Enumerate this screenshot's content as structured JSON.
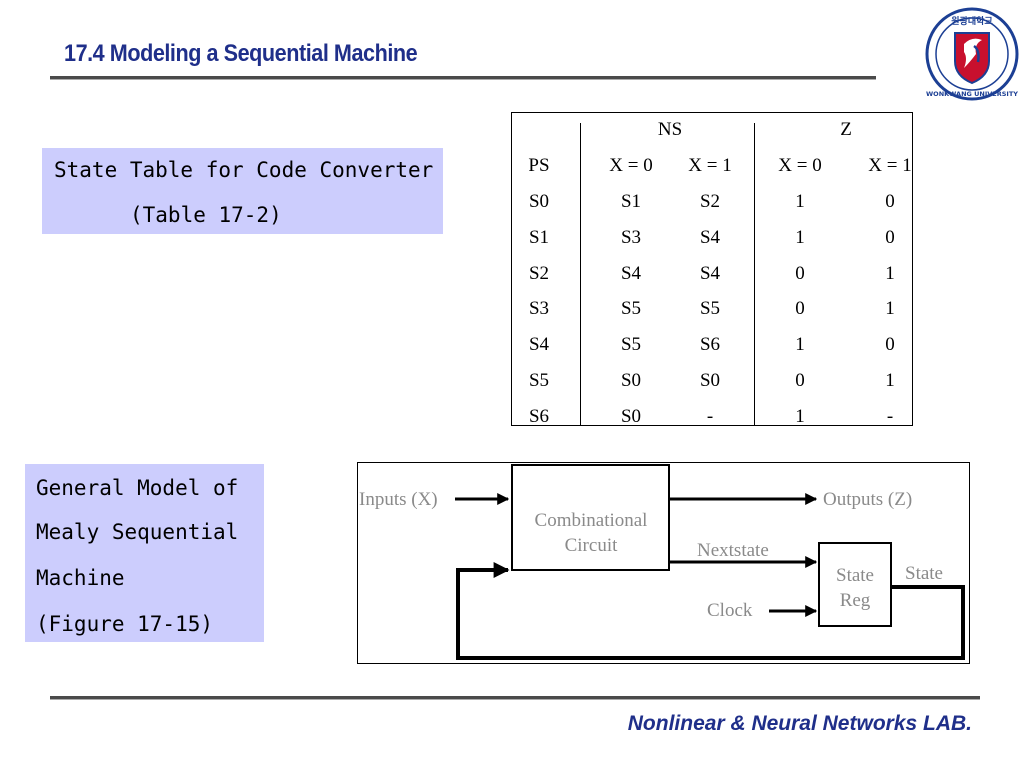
{
  "header": {
    "title": "17.4 Modeling a Sequential Machine",
    "logo_text": "원광대학교 WONKWANG UNIVERSITY"
  },
  "captions": {
    "table_caption": {
      "line1": "State Table for Code Converter",
      "line2": "(Table 17-2)"
    },
    "figure_caption": {
      "lines": [
        "General Model of",
        "Mealy Sequential",
        "Machine",
        "(Figure 17-15)"
      ]
    }
  },
  "state_table": {
    "group_headers": {
      "ns": "NS",
      "z": "Z"
    },
    "columns": [
      "PS",
      "X = 0",
      "X = 1",
      "X = 0",
      "X = 1"
    ],
    "rows": [
      [
        "S0",
        "S1",
        "S2",
        "1",
        "0"
      ],
      [
        "S1",
        "S3",
        "S4",
        "1",
        "0"
      ],
      [
        "S2",
        "S4",
        "S4",
        "0",
        "1"
      ],
      [
        "S3",
        "S5",
        "S5",
        "0",
        "1"
      ],
      [
        "S4",
        "S5",
        "S6",
        "1",
        "0"
      ],
      [
        "S5",
        "S0",
        "S0",
        "0",
        "1"
      ],
      [
        "S6",
        "S0",
        "-",
        "1",
        "-"
      ]
    ]
  },
  "diagram": {
    "inputs_label": "Inputs (X)",
    "outputs_label": "Outputs (Z)",
    "comb_line1": "Combinational",
    "comb_line2": "Circuit",
    "nextstate_label": "Nextstate",
    "clock_label": "Clock",
    "reg_line1": "State",
    "reg_line2": "Reg",
    "state_label": "State"
  },
  "footer": {
    "lab_name": "Nonlinear & Neural Networks LAB."
  },
  "colors": {
    "title": "#1f2f8a",
    "caption_bg": "#cccdfd",
    "diagram_text": "#8a8a8a",
    "logo_red": "#c8102e",
    "logo_blue": "#1c3f94"
  }
}
